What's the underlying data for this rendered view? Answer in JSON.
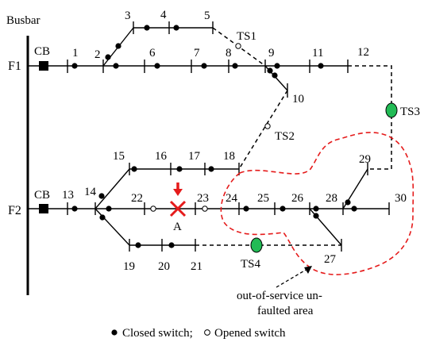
{
  "busbar": {
    "label": "Busbar"
  },
  "feeders": [
    {
      "name": "F1",
      "breaker": "CB"
    },
    {
      "name": "F2",
      "breaker": "CB"
    }
  ],
  "nodes": [
    "1",
    "2",
    "3",
    "4",
    "5",
    "6",
    "7",
    "8",
    "9",
    "10",
    "11",
    "12",
    "13",
    "14",
    "15",
    "16",
    "17",
    "18",
    "19",
    "20",
    "21",
    "22",
    "23",
    "24",
    "25",
    "26",
    "27",
    "28",
    "29",
    "30"
  ],
  "tie_switches": [
    "TS1",
    "TS2",
    "TS3",
    "TS4"
  ],
  "fault": {
    "label": "A"
  },
  "annotation": {
    "line1": "out-of-service un-",
    "line2": "faulted area"
  },
  "legend": {
    "closed": "Closed switch;",
    "opened": "Opened switch"
  },
  "colors": {
    "fault": "#e51b1b",
    "tie_switch": "#22bb55",
    "area_outline": "#e51b1b"
  }
}
